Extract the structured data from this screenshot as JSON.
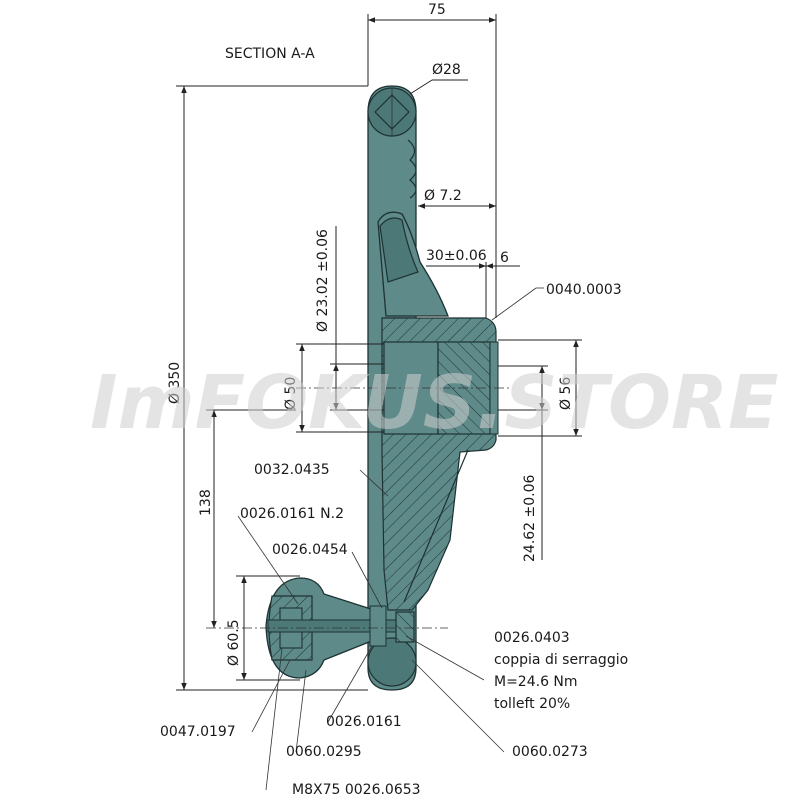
{
  "title": "SECTION A-A",
  "watermark": "ImFOKUS.STORE",
  "dimensions": {
    "width_top": "75",
    "rim_dia": "Ø28",
    "dia_7_2": "Ø 7.2",
    "dia_23_02": "Ø 23.02 ±0.06",
    "offset_30": "30±0.06",
    "offset_6": "6",
    "dia_350": "Ø 350",
    "dia_50": "Ø 50",
    "dia_56": "Ø 56",
    "dim_24_62": "24.62 ±0.06",
    "dim_138": "138",
    "dia_60_5": "Ø 60.5"
  },
  "parts": {
    "p_0040_0003": "0040.0003",
    "p_0032_0435": "0032.0435",
    "p_0026_0161_n2": "0026.0161 N.2",
    "p_0026_0454": "0026.0454",
    "p_0026_0403": "0026.0403",
    "torque_line1": "coppia di serraggio",
    "torque_line2": "M=24.6 Nm",
    "torque_line3": "tolleft 20%",
    "p_0047_0197": "0047.0197",
    "p_0026_0161": "0026.0161",
    "p_0060_0295": "0060.0295",
    "p_0060_0273": "0060.0273",
    "p_m8x75": "M8X75  0026.0653"
  },
  "colors": {
    "body": "#5e8a8a",
    "outline": "#1e3232",
    "background": "#ffffff"
  }
}
